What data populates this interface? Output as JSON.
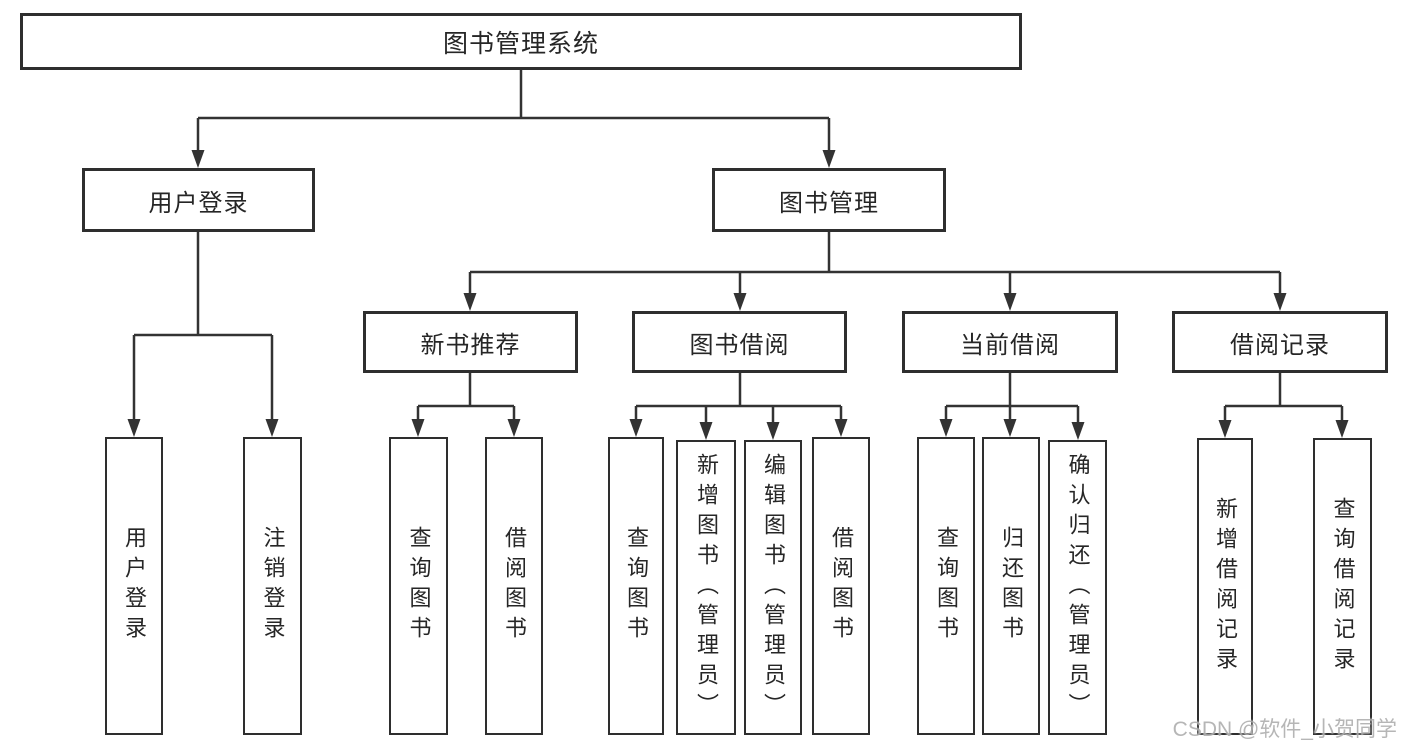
{
  "diagram": {
    "type": "hierarchy-tree",
    "colors": {
      "line": "#333333",
      "box_border": "#2e2e2e",
      "box_fill": "#ffffff",
      "text": "#262626",
      "background": "#ffffff",
      "watermark": "#a4a4a4"
    },
    "watermark": "CSDN @软件_小贺同学"
  },
  "tree": {
    "root": {
      "label": "图书管理系统"
    },
    "children": [
      {
        "label": "用户登录",
        "children": [
          {
            "label": "用户登录"
          },
          {
            "label": "注销登录"
          }
        ]
      },
      {
        "label": "图书管理",
        "children": [
          {
            "label": "新书推荐",
            "children": [
              {
                "label": "查询图书"
              },
              {
                "label": "借阅图书"
              }
            ]
          },
          {
            "label": "图书借阅",
            "children": [
              {
                "label": "查询图书"
              },
              {
                "label": "新增图书（管理员）"
              },
              {
                "label": "编辑图书（管理员）"
              },
              {
                "label": "借阅图书"
              }
            ]
          },
          {
            "label": "当前借阅",
            "children": [
              {
                "label": "查询图书"
              },
              {
                "label": "归还图书"
              },
              {
                "label": "确认归还（管理员）"
              }
            ]
          },
          {
            "label": "借阅记录",
            "children": [
              {
                "label": "新增借阅记录"
              },
              {
                "label": "查询借阅记录"
              }
            ]
          }
        ]
      }
    ]
  }
}
